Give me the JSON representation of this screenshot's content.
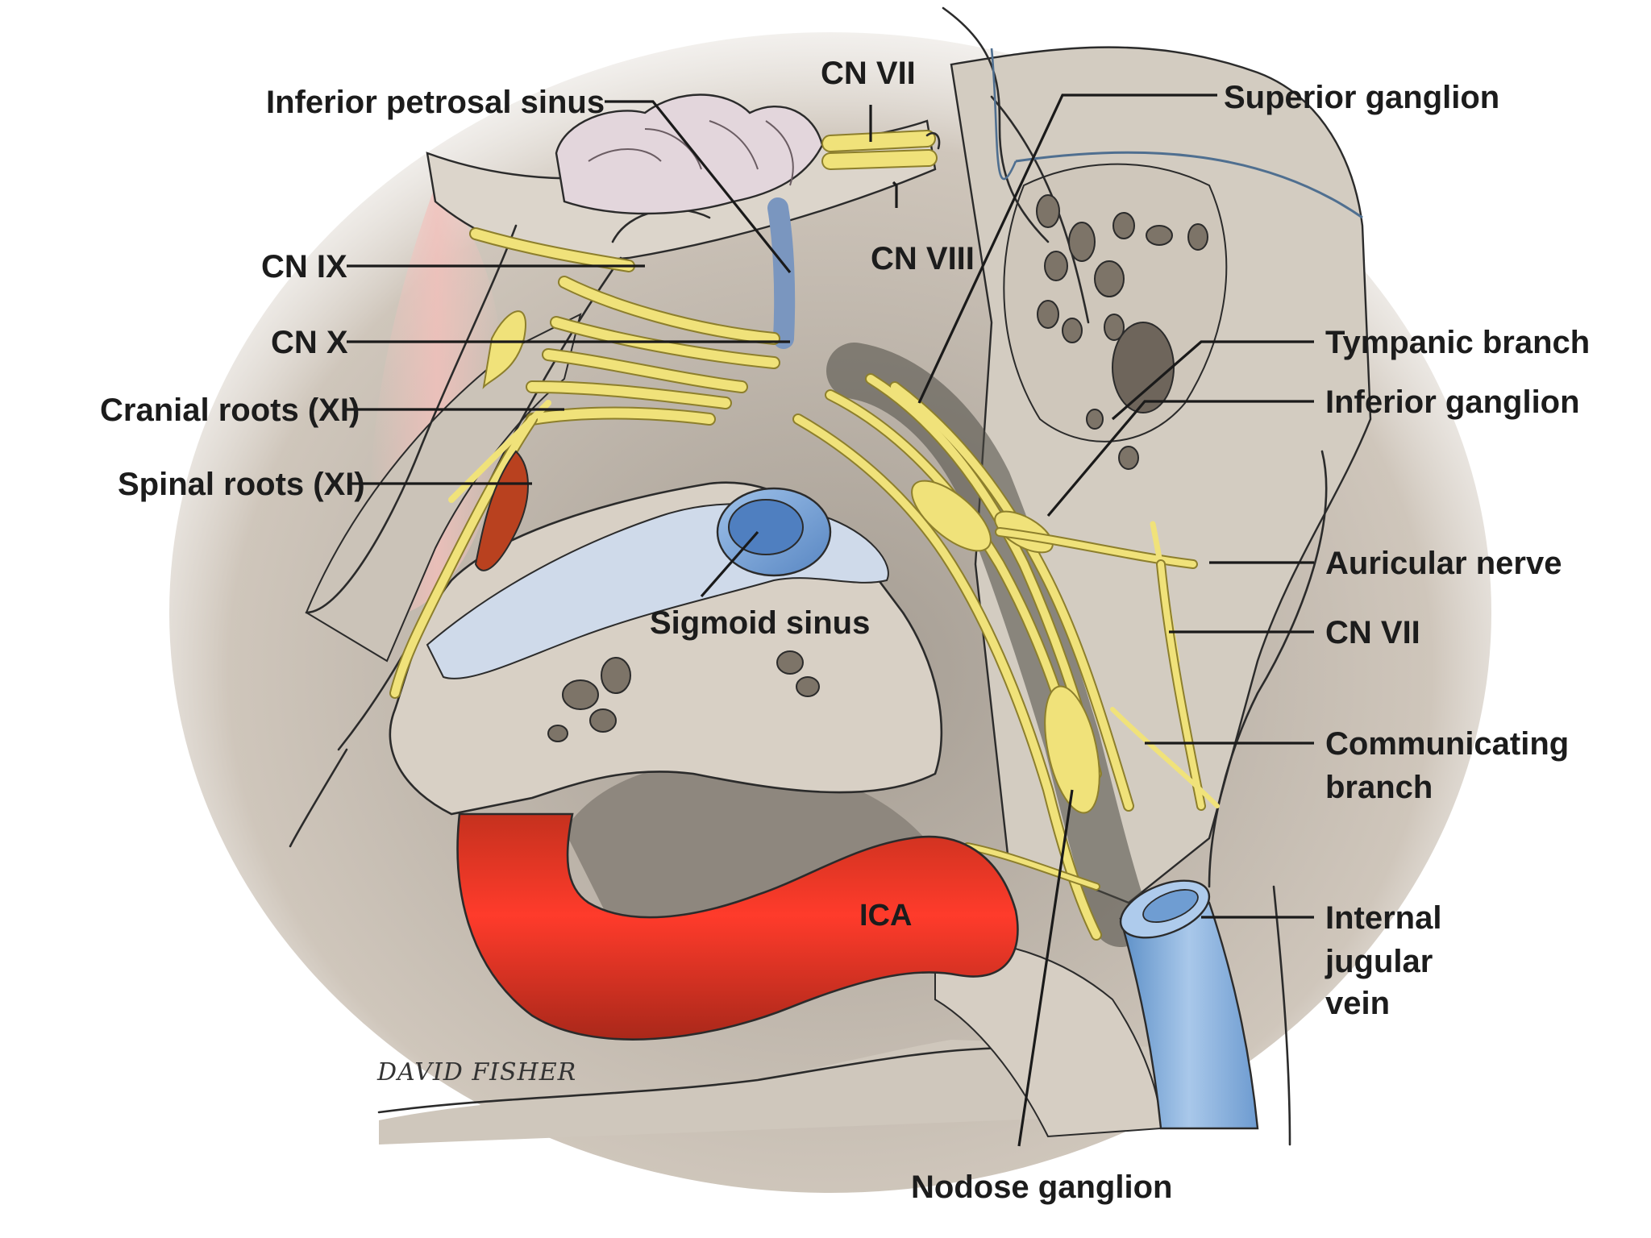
{
  "labels": {
    "inferior_petrosal_sinus": "Inferior petrosal sinus",
    "cn_vii_top": "CN VII",
    "superior_ganglion": "Superior ganglion",
    "cn_ix": "CN IX",
    "cn_viii": "CN VIII",
    "cn_x": "CN X",
    "tympanic_branch": "Tympanic branch",
    "cranial_roots": "Cranial roots (XI)",
    "inferior_ganglion": "Inferior ganglion",
    "spinal_roots": "Spinal roots (XI)",
    "sigmoid_sinus": "Sigmoid sinus",
    "auricular_nerve": "Auricular nerve",
    "cn_vii_right": "CN VII",
    "communicating_branch_line1": "Communicating",
    "communicating_branch_line2": "branch",
    "ica": "ICA",
    "internal_jugular_vein_line1": "Internal",
    "internal_jugular_vein_line2": "jugular",
    "internal_jugular_vein_line3": "vein",
    "nodose_ganglion": "Nodose ganglion"
  },
  "signature": "DAVID FISHER",
  "colors": {
    "bone": "#cbc3b6",
    "nerve": "#f0e27a",
    "artery": "#e8261c",
    "vein": "#7fa9d6"
  }
}
